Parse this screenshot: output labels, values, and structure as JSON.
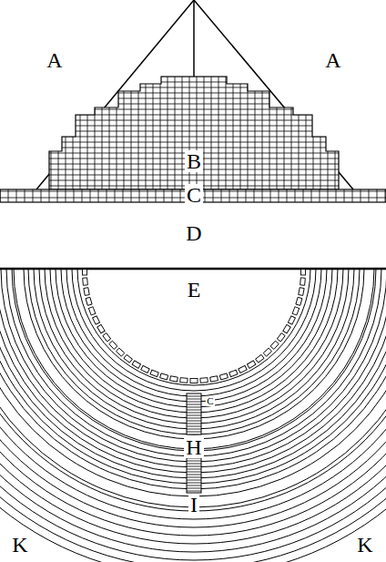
{
  "diagram": {
    "labels": [
      "A",
      "A",
      "B",
      "C",
      "D",
      "E",
      "C",
      "H",
      "I",
      "K",
      "K"
    ]
  }
}
